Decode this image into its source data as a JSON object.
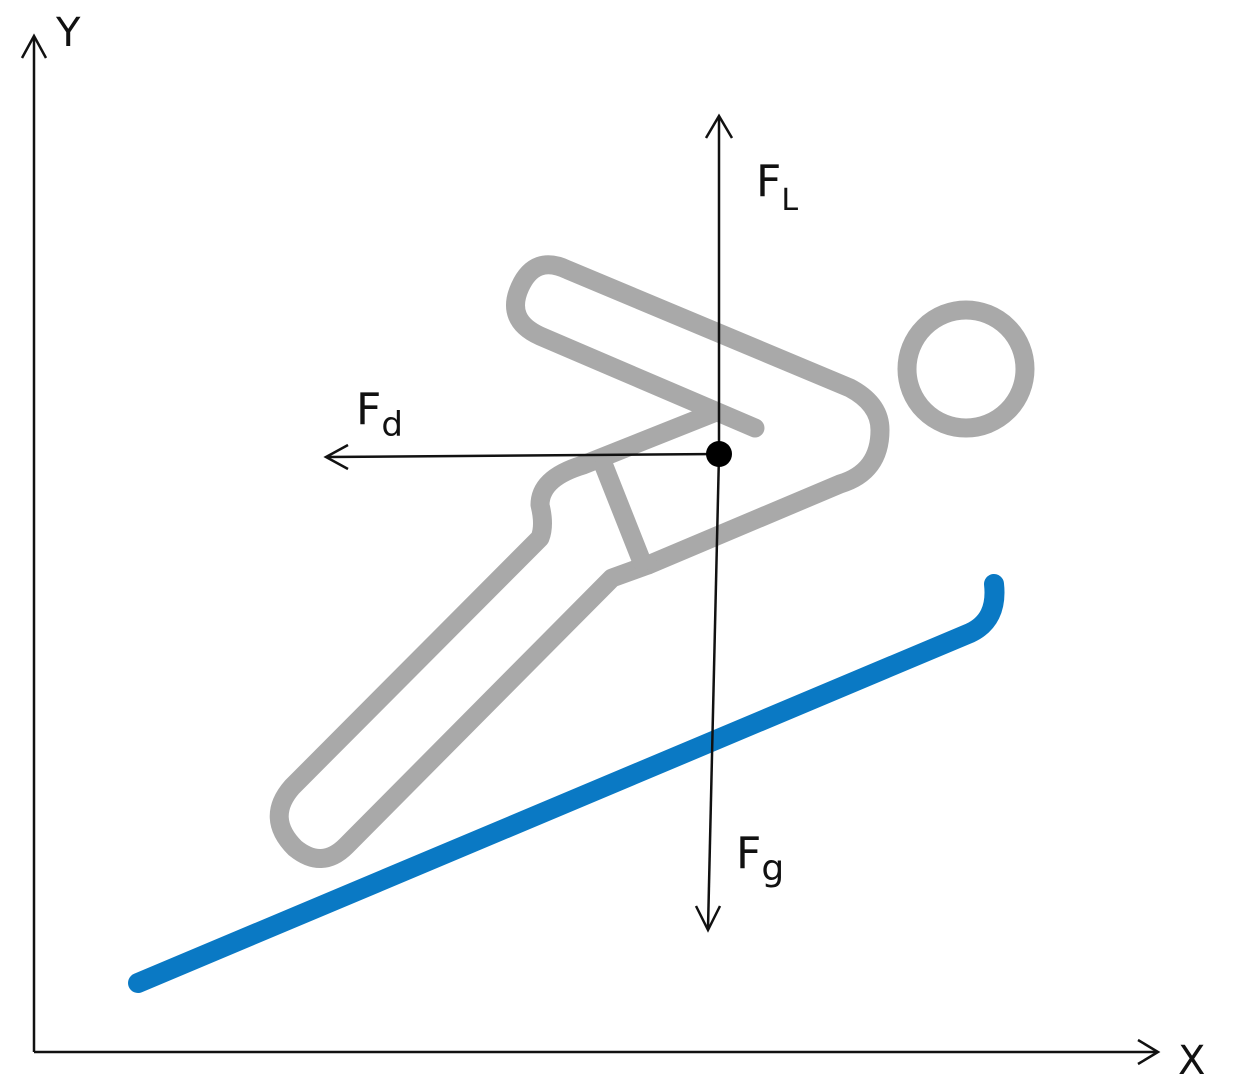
{
  "axes": {
    "x_label": "X",
    "y_label": "Y"
  },
  "forces": {
    "lift": {
      "main": "F",
      "sub": "L"
    },
    "drag": {
      "main": "F",
      "sub": "d"
    },
    "gravity": {
      "main": "F",
      "sub": "g"
    }
  },
  "colors": {
    "ski": "#0a79c4",
    "figure": "#a9a9a9",
    "ink": "#111111",
    "background": "#ffffff"
  }
}
